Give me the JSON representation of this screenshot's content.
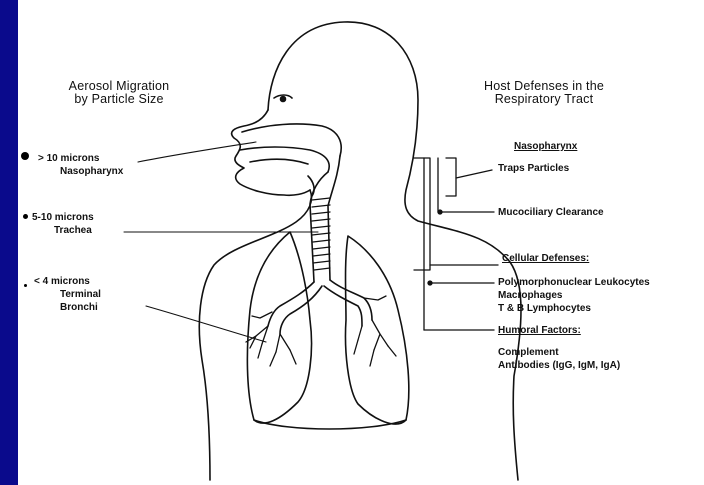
{
  "slide": {
    "background_color": "#0a0a8c",
    "panel_color": "#ffffff"
  },
  "diagram": {
    "left_title": {
      "line1": "Aerosol Migration",
      "line2": "by Particle Size"
    },
    "right_title": {
      "line1": "Host Defenses in the",
      "line2": "Respiratory Tract"
    },
    "particle_sizes": [
      {
        "size": "> 10 microns",
        "site": "Nasopharynx"
      },
      {
        "size": "5-10 microns",
        "site": "Trachea"
      },
      {
        "size": "< 4 microns",
        "site_line1": "Terminal",
        "site_line2": "Bronchi"
      }
    ],
    "defenses": {
      "nasopharynx_heading": "Nasopharynx",
      "traps_particles": "Traps Particles",
      "mucociliary_clearance": "Mucociliary Clearance",
      "cellular_heading": "Cellular Defenses:",
      "cellular_items": [
        "Polymorphonuclear Leukocytes",
        "Macrophages",
        "T & B Lymphocytes"
      ],
      "humoral_heading": "Humoral Factors:",
      "humoral_items": [
        "Complement",
        "Antibodies (IgG, IgM, IgA)"
      ]
    }
  }
}
